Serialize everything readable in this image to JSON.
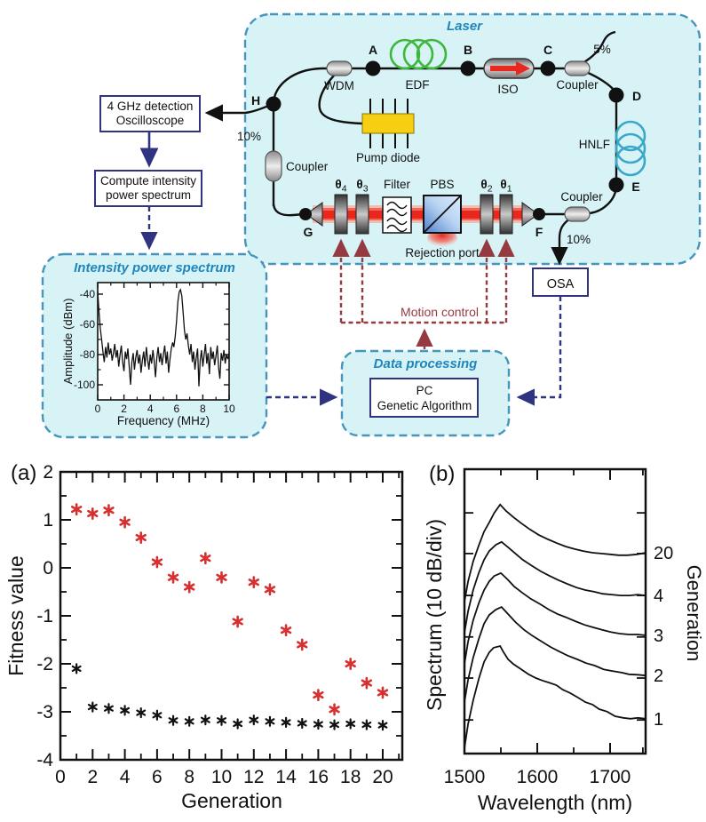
{
  "colors": {
    "accent_blue": "#1f86bd",
    "panel_bg": "#d8f3f6",
    "panel_border": "#4595bd",
    "box_navy": "#2f3380",
    "motion_maroon": "#963a42",
    "beam_red": "#e8281e",
    "edf_green": "#3cb83c",
    "hnlf_teal": "#3aa8c8",
    "series_red": "#d63031",
    "series_black": "#111111"
  },
  "diagram": {
    "laser_title": "Laser",
    "labels": {
      "wdm": "WDM",
      "edf": "EDF",
      "iso": "ISO",
      "coupler_top": "Coupler",
      "pct5": "5%",
      "hnlf": "HNLF",
      "pump": "Pump diode",
      "coupler_left": "Coupler",
      "pct10_left": "10%",
      "coupler_right": "Coupler",
      "pct10_right": "10%",
      "filter": "Filter",
      "pbs": "PBS",
      "rejection": "Rejection port",
      "motion": "Motion control",
      "node_a": "A",
      "node_b": "B",
      "node_c": "C",
      "node_d": "D",
      "node_e": "E",
      "node_f": "F",
      "node_g": "G",
      "node_h": "H",
      "theta1": {
        "b": "θ",
        "s": "1"
      },
      "theta2": {
        "b": "θ",
        "s": "2"
      },
      "theta3": {
        "b": "θ",
        "s": "3"
      },
      "theta4": {
        "b": "θ",
        "s": "4"
      }
    },
    "boxes": {
      "osc_line1": "4 GHz detection",
      "osc_line2": "Oscilloscope",
      "comp_line1": "Compute intensity",
      "comp_line2": "power spectrum",
      "osa": "OSA",
      "dp_title": "Data processing",
      "pc_line1": "PC",
      "pc_line2": "Genetic Algorithm",
      "ips_title": "Intensity power spectrum"
    }
  },
  "chart_data": [
    {
      "type": "line",
      "title": "Intensity power spectrum",
      "xlabel": "Frequency (MHz)",
      "ylabel": "Amplitude (dBm)",
      "xlim": [
        0,
        10
      ],
      "ylim": [
        -110,
        -32
      ],
      "xticks": [
        0,
        2,
        4,
        6,
        8,
        10
      ],
      "xminor": [
        1,
        3,
        5,
        7,
        9
      ],
      "yticks": [
        -40,
        -60,
        -80,
        -100
      ],
      "yminor": [
        -50,
        -70,
        -90
      ],
      "x_step": 0.1,
      "values": [
        -38,
        -52,
        -63,
        -70,
        -78,
        -85,
        -75,
        -82,
        -72,
        -80,
        -76,
        -84,
        -79,
        -73,
        -82,
        -77,
        -88,
        -80,
        -74,
        -85,
        -91,
        -78,
        -83,
        -76,
        -88,
        -100,
        -85,
        -79,
        -90,
        -82,
        -77,
        -86,
        -80,
        -92,
        -84,
        -78,
        -88,
        -75,
        -83,
        -90,
        -80,
        -86,
        -77,
        -84,
        -95,
        -82,
        -75,
        -85,
        -79,
        -87,
        -80,
        -74,
        -86,
        -78,
        -92,
        -83,
        -76,
        -72,
        -75,
        -68,
        -58,
        -45,
        -38.5,
        -37,
        -41,
        -52,
        -64,
        -70,
        -66,
        -74,
        -80,
        -73,
        -85,
        -78,
        -90,
        -82,
        -76,
        -101,
        -84,
        -77,
        -88,
        -80,
        -73,
        -86,
        -79,
        -93,
        -75,
        -83,
        -78,
        -87,
        -81,
        -74,
        -89,
        -96,
        -79,
        -84,
        -77,
        -86,
        -80,
        -83,
        -79
      ]
    },
    {
      "type": "scatter",
      "panel_label": "(a)",
      "xlabel": "Generation",
      "ylabel": "Fitness value",
      "xlim": [
        0,
        21.2
      ],
      "ylim": [
        -4,
        2
      ],
      "xticks": [
        0,
        2,
        4,
        6,
        8,
        10,
        12,
        14,
        16,
        18,
        20
      ],
      "xminor": [
        1,
        3,
        5,
        7,
        9,
        11,
        13,
        15,
        17,
        19,
        21
      ],
      "yticks": [
        -4,
        -3,
        -2,
        -1,
        0,
        1,
        2
      ],
      "yminor": [
        -3.5,
        -2.5,
        -1.5,
        -0.5,
        0.5,
        1.5
      ],
      "generations": [
        1,
        2,
        3,
        4,
        5,
        6,
        7,
        8,
        9,
        10,
        11,
        12,
        13,
        14,
        15,
        16,
        17,
        18,
        19,
        20
      ],
      "series": [
        {
          "name": "red-asterisks",
          "color": "#d63031",
          "values": [
            1.22,
            1.13,
            1.2,
            0.95,
            0.63,
            0.12,
            -0.2,
            -0.4,
            0.2,
            -0.2,
            -1.12,
            -0.3,
            -0.45,
            -1.3,
            -1.6,
            -2.65,
            -2.95,
            -2.0,
            -2.4,
            -2.6
          ]
        },
        {
          "name": "black-asterisks",
          "color": "#111111",
          "values": [
            -2.1,
            -2.9,
            -2.93,
            -2.97,
            -3.02,
            -3.07,
            -3.18,
            -3.2,
            -3.17,
            -3.18,
            -3.25,
            -3.17,
            -3.2,
            -3.22,
            -3.24,
            -3.26,
            -3.27,
            -3.25,
            -3.27,
            -3.28
          ]
        }
      ]
    },
    {
      "type": "line",
      "panel_label": "(b)",
      "xlabel": "Wavelength (nm)",
      "ylabel": "Spectrum (10 dB/div)",
      "right_label": "Generation",
      "xlim": [
        1500,
        1749
      ],
      "xticks": [
        1600,
        1700
      ],
      "xtick_labels": [
        1500,
        1600,
        1700
      ],
      "xminor": [
        1550,
        1650,
        1745
      ],
      "div_ticks_db": [
        8.1,
        18.2,
        28.1,
        38.1,
        48.2,
        58.0
      ],
      "gen_labels": [
        {
          "label": "20",
          "db": 48.4
        },
        {
          "label": "4",
          "db": 38.1
        },
        {
          "label": "3",
          "db": 28.5
        },
        {
          "label": "2",
          "db": 18.8
        },
        {
          "label": "1",
          "db": 8.4
        }
      ],
      "curves": [
        {
          "gen": "1",
          "points": [
            [
              1500,
              1.3
            ],
            [
              1505,
              7.1
            ],
            [
              1512,
              12.8
            ],
            [
              1520,
              18.2
            ],
            [
              1527,
              22.1
            ],
            [
              1534,
              24.4
            ],
            [
              1540,
              25.5
            ],
            [
              1549,
              25.9
            ],
            [
              1553,
              24.6
            ],
            [
              1560,
              22.7
            ],
            [
              1567,
              21.6
            ],
            [
              1578,
              20.3
            ],
            [
              1588,
              19.1
            ],
            [
              1598,
              18.2
            ],
            [
              1607,
              17.6
            ],
            [
              1616,
              17.1
            ],
            [
              1626,
              16.5
            ],
            [
              1635,
              15.4
            ],
            [
              1645,
              14.6
            ],
            [
              1656,
              13.5
            ],
            [
              1666,
              12.4
            ],
            [
              1676,
              11.8
            ],
            [
              1685,
              10.7
            ],
            [
              1696,
              10.1
            ],
            [
              1707,
              9.0
            ],
            [
              1718,
              8.6
            ],
            [
              1728,
              8.4
            ],
            [
              1738,
              8.6
            ],
            [
              1749,
              8.4
            ]
          ]
        },
        {
          "gen": "2",
          "points": [
            [
              1500,
              12.4
            ],
            [
              1505,
              17.8
            ],
            [
              1512,
              23.1
            ],
            [
              1520,
              27.8
            ],
            [
              1527,
              31.3
            ],
            [
              1534,
              33.4
            ],
            [
              1543,
              34.7
            ],
            [
              1551,
              35.3
            ],
            [
              1560,
              33.6
            ],
            [
              1570,
              31.7
            ],
            [
              1582,
              29.8
            ],
            [
              1594,
              28.3
            ],
            [
              1606,
              27.0
            ],
            [
              1618,
              25.7
            ],
            [
              1630,
              24.6
            ],
            [
              1642,
              23.6
            ],
            [
              1655,
              22.7
            ],
            [
              1667,
              21.8
            ],
            [
              1679,
              21.2
            ],
            [
              1691,
              20.3
            ],
            [
              1703,
              19.9
            ],
            [
              1716,
              19.5
            ],
            [
              1726,
              19.1
            ],
            [
              1738,
              19.0
            ],
            [
              1749,
              18.8
            ]
          ]
        },
        {
          "gen": "3",
          "points": [
            [
              1500,
              21.6
            ],
            [
              1505,
              27.0
            ],
            [
              1512,
              32.1
            ],
            [
              1520,
              36.4
            ],
            [
              1527,
              39.4
            ],
            [
              1534,
              41.5
            ],
            [
              1541,
              42.8
            ],
            [
              1550,
              43.5
            ],
            [
              1559,
              42.0
            ],
            [
              1568,
              40.3
            ],
            [
              1579,
              38.8
            ],
            [
              1591,
              37.3
            ],
            [
              1604,
              36.0
            ],
            [
              1616,
              34.7
            ],
            [
              1628,
              33.6
            ],
            [
              1640,
              32.8
            ],
            [
              1652,
              31.9
            ],
            [
              1665,
              31.0
            ],
            [
              1677,
              30.4
            ],
            [
              1689,
              29.8
            ],
            [
              1701,
              29.3
            ],
            [
              1713,
              28.9
            ],
            [
              1726,
              28.7
            ],
            [
              1738,
              28.7
            ],
            [
              1749,
              28.5
            ]
          ]
        },
        {
          "gen": "4",
          "points": [
            [
              1500,
              29.1
            ],
            [
              1505,
              34.3
            ],
            [
              1512,
              39.4
            ],
            [
              1520,
              43.7
            ],
            [
              1527,
              46.7
            ],
            [
              1534,
              48.8
            ],
            [
              1543,
              50.3
            ],
            [
              1551,
              51.0
            ],
            [
              1560,
              49.7
            ],
            [
              1570,
              48.2
            ],
            [
              1580,
              46.7
            ],
            [
              1593,
              45.2
            ],
            [
              1605,
              43.9
            ],
            [
              1617,
              42.8
            ],
            [
              1629,
              41.8
            ],
            [
              1641,
              40.9
            ],
            [
              1654,
              40.0
            ],
            [
              1666,
              39.4
            ],
            [
              1678,
              39.0
            ],
            [
              1690,
              38.5
            ],
            [
              1702,
              38.3
            ],
            [
              1715,
              38.1
            ],
            [
              1727,
              38.1
            ],
            [
              1738,
              38.3
            ],
            [
              1749,
              38.1
            ]
          ]
        },
        {
          "gen": "20",
          "points": [
            [
              1500,
              36.6
            ],
            [
              1505,
              41.5
            ],
            [
              1512,
              46.3
            ],
            [
              1520,
              50.3
            ],
            [
              1527,
              53.5
            ],
            [
              1534,
              55.7
            ],
            [
              1541,
              58.0
            ],
            [
              1549,
              60.0
            ],
            [
              1557,
              58.5
            ],
            [
              1567,
              57.0
            ],
            [
              1578,
              55.5
            ],
            [
              1590,
              54.0
            ],
            [
              1602,
              52.7
            ],
            [
              1615,
              51.6
            ],
            [
              1627,
              50.7
            ],
            [
              1639,
              49.9
            ],
            [
              1651,
              49.3
            ],
            [
              1663,
              48.8
            ],
            [
              1676,
              48.4
            ],
            [
              1688,
              48.2
            ],
            [
              1700,
              48.0
            ],
            [
              1712,
              47.8
            ],
            [
              1724,
              47.8
            ],
            [
              1737,
              48.0
            ],
            [
              1749,
              48.4
            ]
          ]
        }
      ]
    }
  ]
}
